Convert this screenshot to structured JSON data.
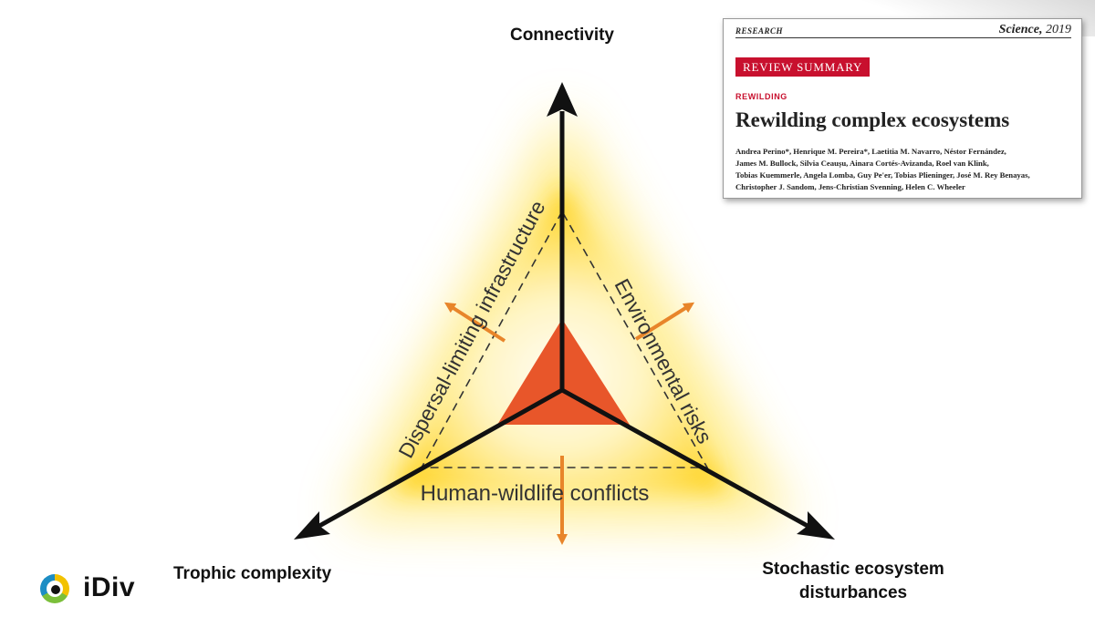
{
  "diagram": {
    "axes": {
      "top": "Connectivity",
      "left": "Trophic complexity",
      "right_line1": "Stochastic ecosystem",
      "right_line2": "disturbances"
    },
    "edge_labels": {
      "left": "Dispersal-limiting infrastructure",
      "right": "Environmental risks",
      "bottom": "Human-wildlife conflicts"
    },
    "colors": {
      "glow": "#ffd21a",
      "inner_triangle": "#e8562a",
      "arrows": "#e8852a",
      "axis": "#111111"
    }
  },
  "paper": {
    "section_header": "RESEARCH",
    "journal": "Science,",
    "year": "2019",
    "banner": "REVIEW SUMMARY",
    "topic": "REWILDING",
    "title": "Rewilding complex ecosystems",
    "authors_line1": "Andrea Perino*, Henrique M. Pereira*, Laetitia M. Navarro, Néstor Fernández,",
    "authors_line2": "James M. Bullock, Silvia Ceaușu, Ainara Cortés-Avizanda, Roel van Klink,",
    "authors_line3": "Tobias Kuemmerle, Angela Lomba, Guy Pe'er, Tobias Plieninger, José M. Rey Benayas,",
    "authors_line4": "Christopher J. Sandom, Jens-Christian Svenning, Helen C. Wheeler"
  },
  "logo": {
    "name": "iDiv"
  }
}
